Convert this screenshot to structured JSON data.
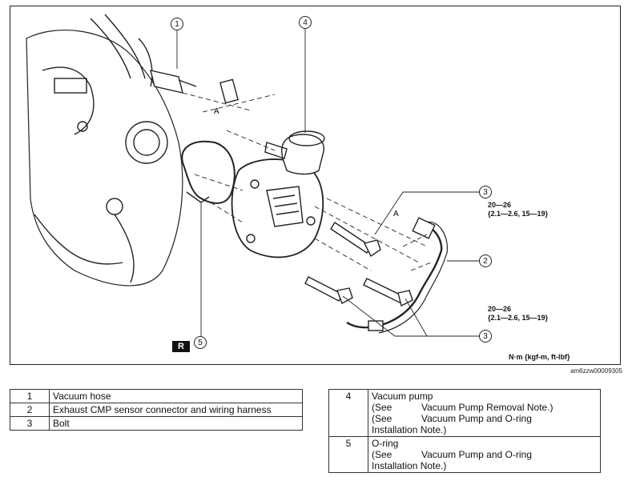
{
  "diagram": {
    "callouts": [
      "1",
      "4",
      "3",
      "2",
      "3",
      "5"
    ],
    "ref_letter": "A",
    "torque_upper": {
      "line1": "20—26",
      "line2": "{2.1—2.6, 15—19}"
    },
    "torque_lower": {
      "line1": "20—26",
      "line2": "{2.1—2.6, 15—19}"
    },
    "units": "N·m {kgf-m, ft-lbf}",
    "r_badge": "R",
    "image_id": "am6zzw00009305"
  },
  "legend_left": [
    {
      "num": "1",
      "name": "Vacuum hose"
    },
    {
      "num": "2",
      "name": "Exhaust CMP sensor connector and wiring harness"
    },
    {
      "num": "3",
      "name": "Bolt"
    }
  ],
  "legend_right": [
    {
      "num": "4",
      "name": "Vacuum pump",
      "see1": "(See           Vacuum Pump Removal Note.)",
      "see2": "(See           Vacuum Pump and O-ring",
      "see3": "Installation Note.)"
    },
    {
      "num": "5",
      "name": "O-ring",
      "see1": "(See           Vacuum Pump and O-ring",
      "see2": "Installation Note.)"
    }
  ]
}
